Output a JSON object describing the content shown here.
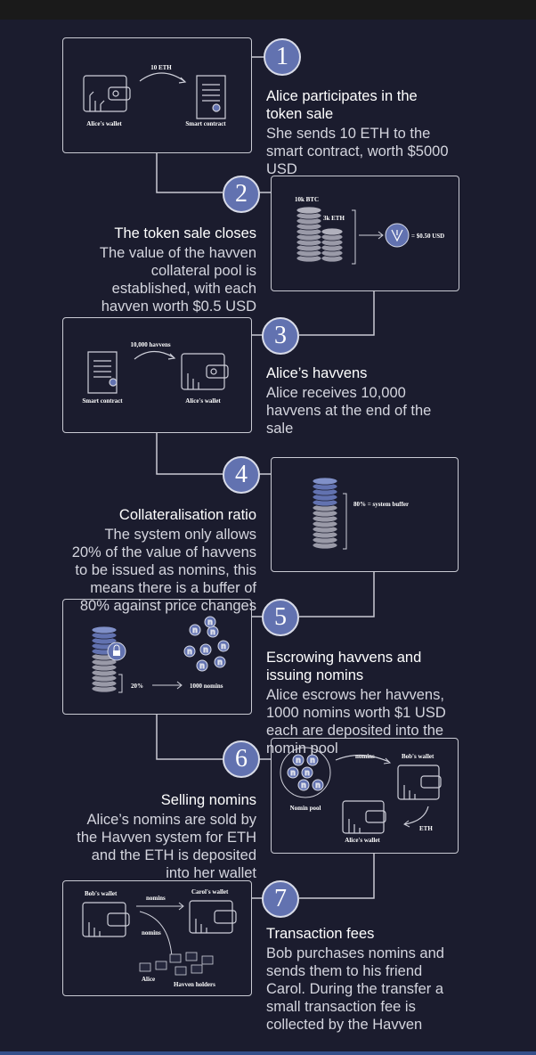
{
  "steps": [
    {
      "number": "1",
      "title": "Alice participates in the token sale",
      "body": "She sends 10 ETH to the smart contract, worth $5000 USD",
      "labels": {
        "amount": "10 ETH",
        "from": "Alice's wallet",
        "to": "Smart contract"
      }
    },
    {
      "number": "2",
      "title": "The token sale closes",
      "body": "The value of the havven collateral pool is established, with each havven worth $0.5 USD",
      "labels": {
        "btc": "10k BTC",
        "eth": "3k ETH",
        "rate": "= $0.50 USD"
      }
    },
    {
      "number": "3",
      "title": "Alice’s havvens",
      "body": "Alice receives 10,000 havvens at the end of the sale",
      "labels": {
        "amount": "10,000 havvens",
        "from": "Smart contract",
        "to": "Alice's wallet"
      }
    },
    {
      "number": "4",
      "title": "Collateralisation ratio",
      "body": "The system only allows 20% of the value of havvens to be issued as nomins, this means there is a buffer of 80% against price changes",
      "labels": {
        "buffer": "80% = system buffer"
      }
    },
    {
      "number": "5",
      "title": "Escrowing havvens and issuing nomins",
      "body": "Alice escrows her havvens, 1000 nomins worth $1 USD each are deposited into the nomin pool",
      "labels": {
        "pct": "20%",
        "nomins": "1000 nomins"
      }
    },
    {
      "number": "6",
      "title": "Selling nomins",
      "body": "Alice’s nomins are sold by the Havven system for ETH and the ETH is deposited into her wallet",
      "labels": {
        "nomins": "nomins",
        "bob": "Bob's wallet",
        "pool": "Nomin pool",
        "eth": "ETH",
        "alice": "Alice's wallet"
      }
    },
    {
      "number": "7",
      "title": "Transaction fees",
      "body": "Bob purchases nomins and sends them to his friend Carol. During the transfer a small transaction fee is collected by the Havven",
      "labels": {
        "bob": "Bob's wallet",
        "carol": "Carol's wallet",
        "nomins1": "nomins",
        "nomins2": "nomins",
        "alice": "Alice",
        "holders": "Havven holders"
      }
    }
  ],
  "colors": {
    "background": "#1b1c2e",
    "accent": "#6272b0",
    "border": "#c9cad3"
  }
}
